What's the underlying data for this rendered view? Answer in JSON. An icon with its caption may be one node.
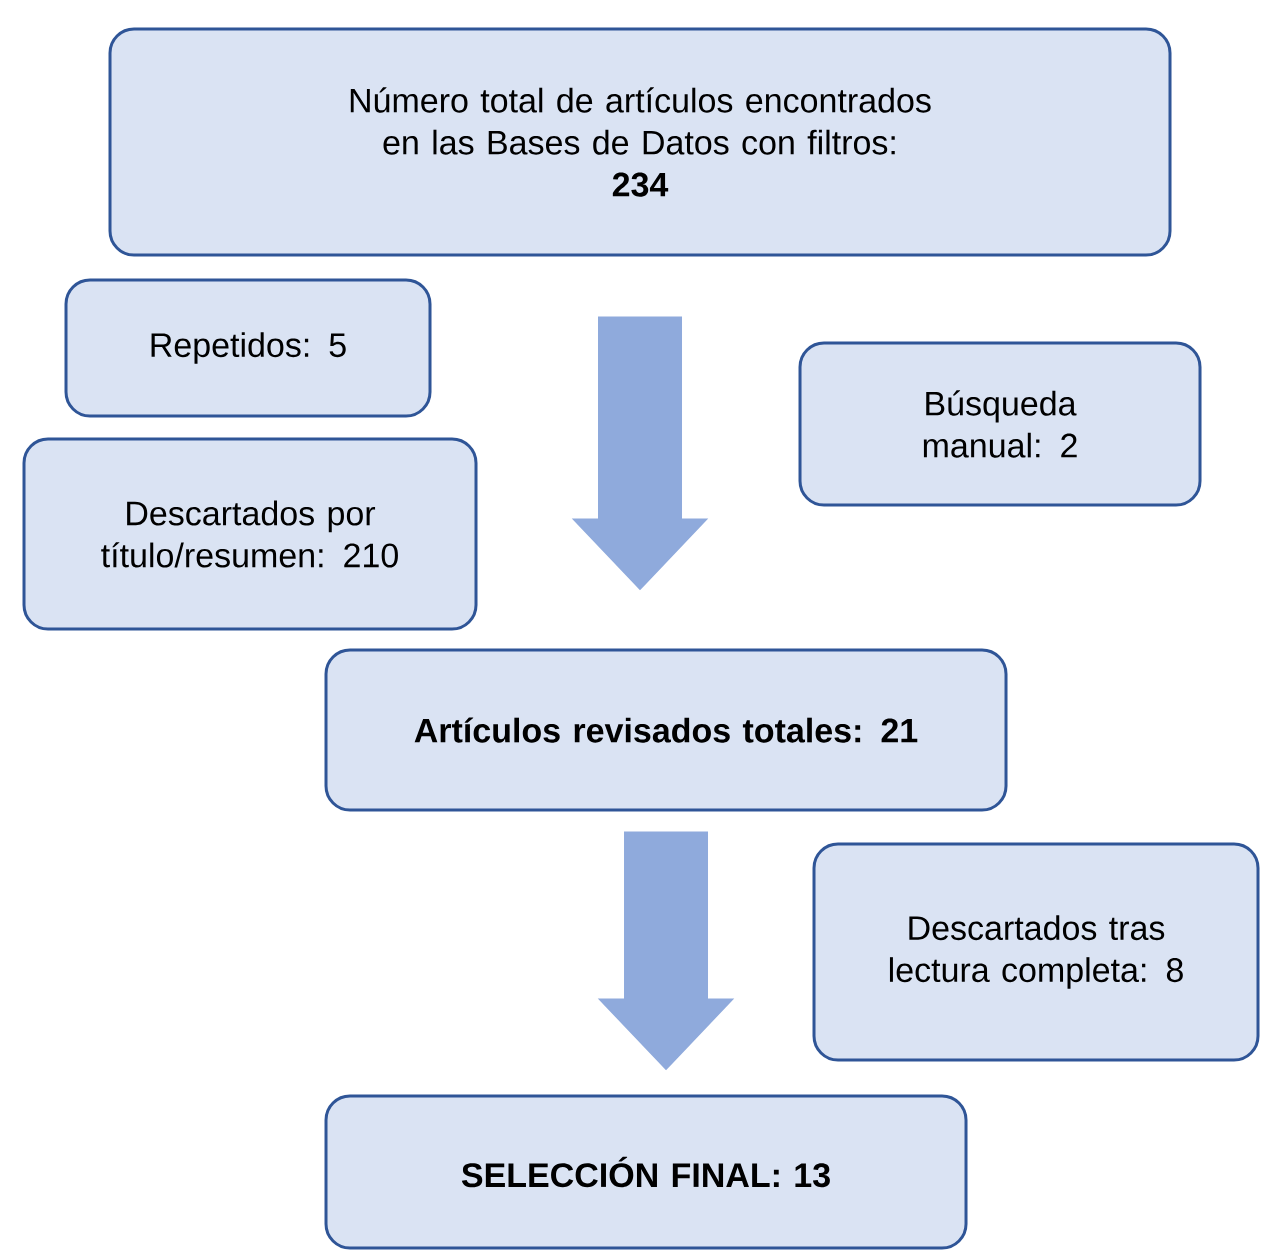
{
  "diagram": {
    "nodes": [
      {
        "text": [
          "Número total de artículos encontrados en las Bases de Datos con filtros:",
          "234"
        ]
      },
      {
        "text": [
          "Repetidos: 5"
        ]
      },
      {
        "text": [
          "Descartados por título/resumen: 210"
        ]
      },
      {
        "text": [
          "Búsqueda manual: 2"
        ]
      },
      {
        "text": [
          "Artículos revisados totales: 21"
        ]
      },
      {
        "text": [
          "Descartados tras lectura completa: 8"
        ]
      },
      {
        "text": [
          "SELECCIÓN FINAL: 13"
        ]
      }
    ],
    "edges": [
      {
        "from": 0,
        "to": 4,
        "arrow": "to"
      },
      {
        "from": 4,
        "to": 6,
        "arrow": "to"
      }
    ]
  }
}
